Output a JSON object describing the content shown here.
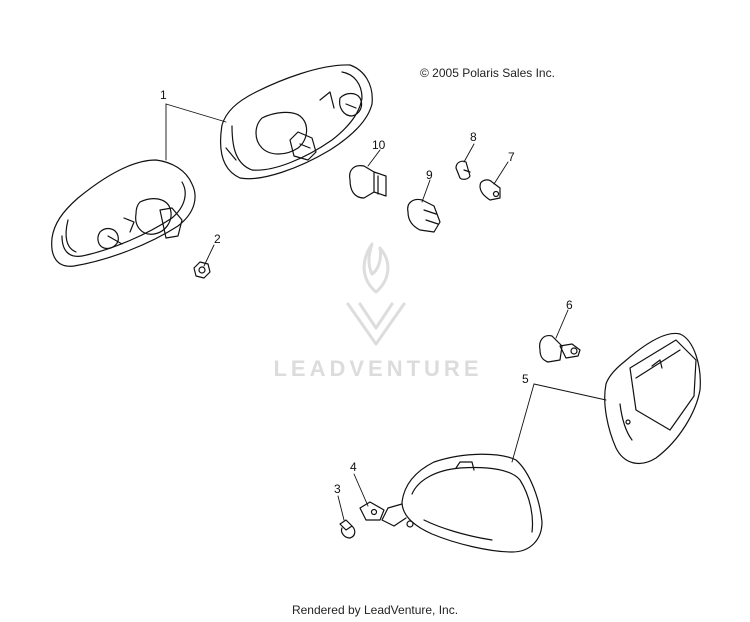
{
  "copyright": "© 2005 Polaris Sales Inc.",
  "footer": "Rendered by LeadVenture, Inc.",
  "watermark": {
    "text": "LEADVENTURE"
  },
  "callouts": {
    "c1": "1",
    "c2": "2",
    "c3": "3",
    "c4": "4",
    "c5": "5",
    "c6": "6",
    "c7": "7",
    "c8": "8",
    "c9": "9",
    "c10": "10"
  }
}
